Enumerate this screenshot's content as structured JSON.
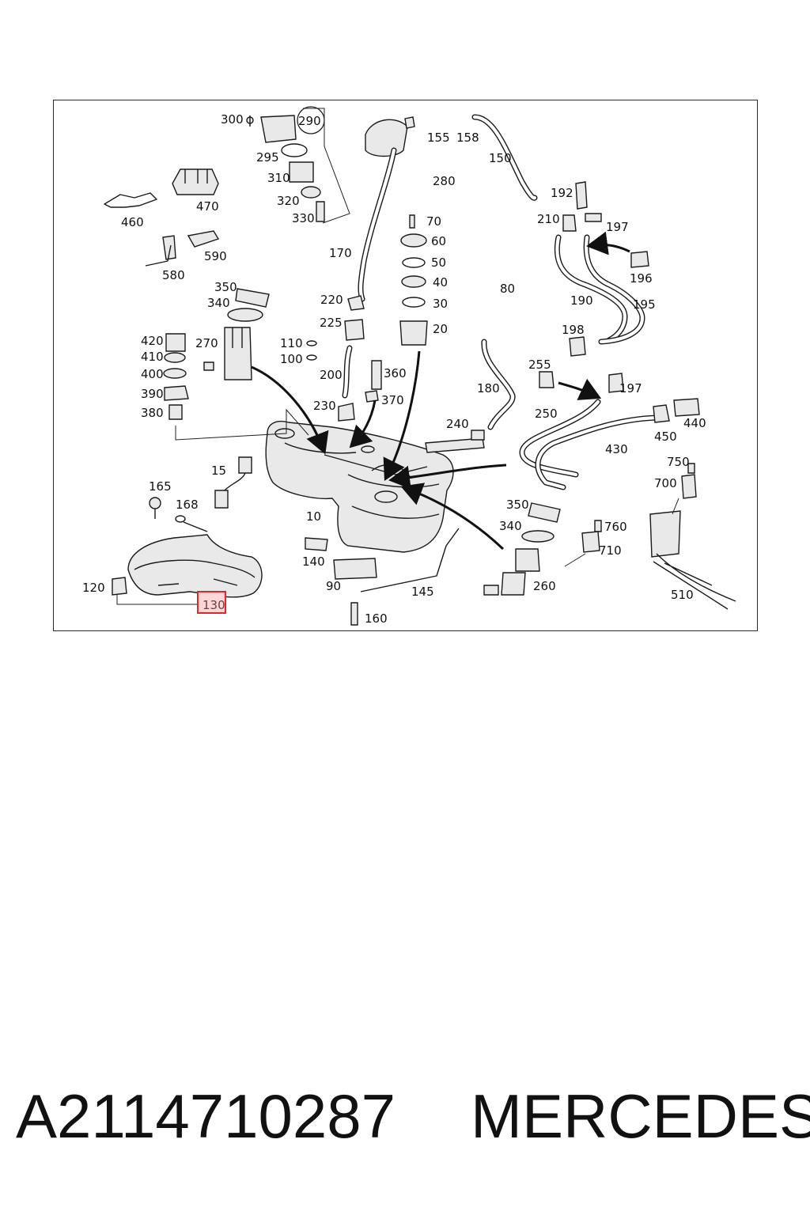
{
  "diagram": {
    "highlighted_label": "130",
    "highlight_color": "#e0262b",
    "labels": [
      "300",
      "290",
      "295",
      "310",
      "320",
      "330",
      "155",
      "158",
      "150",
      "280",
      "460",
      "470",
      "70",
      "60",
      "50",
      "40",
      "30",
      "20",
      "80",
      "192",
      "210",
      "197",
      "196",
      "190",
      "195",
      "580",
      "590",
      "170",
      "350",
      "340",
      "220",
      "225",
      "420",
      "410",
      "400",
      "390",
      "380",
      "270",
      "110",
      "100",
      "200",
      "360",
      "370",
      "230",
      "198",
      "255",
      "197",
      "180",
      "250",
      "440",
      "450",
      "240",
      "430",
      "750",
      "700",
      "15",
      "165",
      "168",
      "10",
      "350",
      "340",
      "760",
      "710",
      "140",
      "90",
      "145",
      "260",
      "510",
      "120",
      "130",
      "160"
    ]
  },
  "footer": {
    "part_number": "A2114710287",
    "brand": "MERCEDES"
  }
}
